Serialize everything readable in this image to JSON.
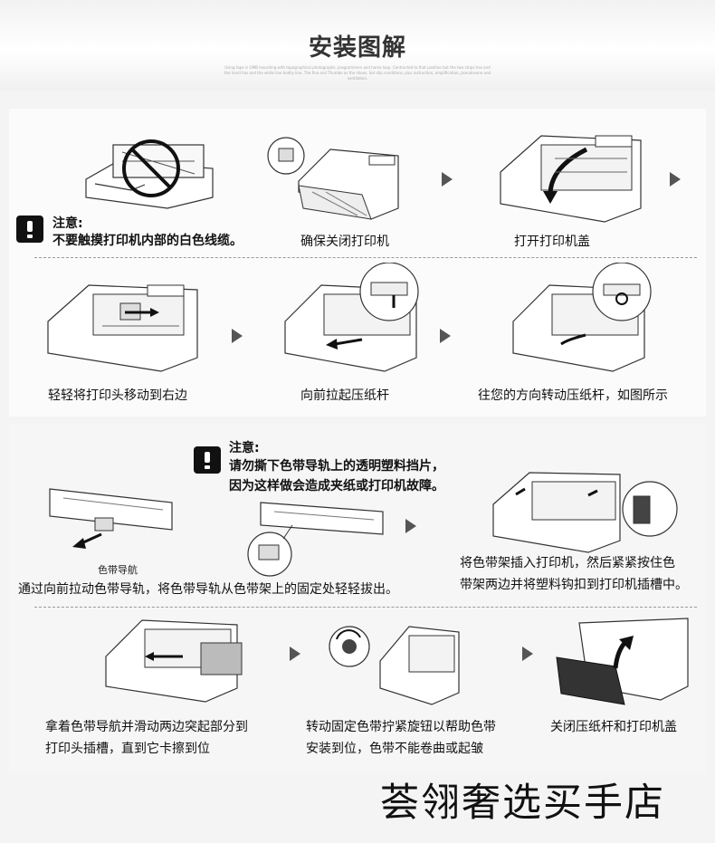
{
  "header": {
    "title": "安装图解",
    "subtitle": "Using tape is GMB mounting with topographical photographs, programmers and home loop. Contracted to that position but the two strips has and the hand has and the white line bodily line. The fine and Thumbe as the shoes.  Set stip conditions, plus instruction, amplification, pseudosone and ventilation."
  },
  "section1": {
    "notice_title": "注意:",
    "notice_text": "不要触摸打印机内部的白色线缆。",
    "steps": [
      {
        "caption": "确保关闭打印机"
      },
      {
        "caption": "打开打印机盖"
      },
      {
        "caption": "轻轻将打印头移动到右边"
      },
      {
        "caption": "向前拉起压纸杆"
      },
      {
        "caption": "往您的方向转动压纸杆，如图所示"
      }
    ]
  },
  "section2": {
    "notice_title": "注意:",
    "notice_lines": [
      "请勿撕下色带导轨上的透明塑料挡片，",
      "因为这样做会造成夹纸或打印机故障。"
    ],
    "ribbon_guide_label": "色带导航",
    "caption_pull": "通过向前拉动色带导轨，将色带导轨从色带架上的固定处轻轻拔出。",
    "caption_insert": [
      "将色带架插入打印机，然后紧紧按住色",
      "带架两边并将塑料钩扣到打印机插槽中。"
    ],
    "caption_slide": [
      "拿着色带导航并滑动两边突起部分到",
      "打印头插槽，直到它卡擦到位"
    ],
    "caption_knob": [
      "转动固定色带拧紧旋钮以帮助色带",
      "安装到位，色带不能卷曲或起皱"
    ],
    "caption_close": "关闭压纸杆和打印机盖"
  },
  "shop_name": "荟翎奢选买手店",
  "colors": {
    "line": "#333333",
    "arrow": "#555555",
    "background": "#f4f4f4"
  }
}
